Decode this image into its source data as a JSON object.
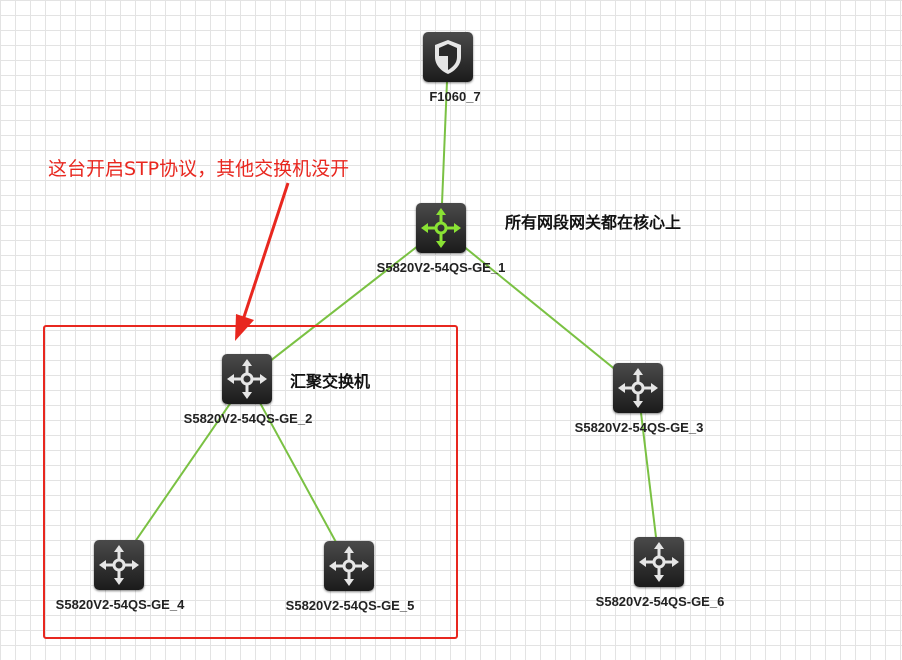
{
  "nodes": [
    {
      "id": "f1060",
      "label": "F1060_7",
      "type": "firewall",
      "active": false
    },
    {
      "id": "core",
      "label": "S5820V2-54QS-GE_1",
      "type": "switch",
      "active": true
    },
    {
      "id": "agg",
      "label": "S5820V2-54QS-GE_2",
      "type": "switch",
      "active": false
    },
    {
      "id": "sw3",
      "label": "S5820V2-54QS-GE_3",
      "type": "switch",
      "active": false
    },
    {
      "id": "sw4",
      "label": "S5820V2-54QS-GE_4",
      "type": "switch",
      "active": false
    },
    {
      "id": "sw5",
      "label": "S5820V2-54QS-GE_5",
      "type": "switch",
      "active": false
    },
    {
      "id": "sw6",
      "label": "S5820V2-54QS-GE_6",
      "type": "switch",
      "active": false
    }
  ],
  "links": [
    [
      "f1060",
      "core"
    ],
    [
      "core",
      "agg"
    ],
    [
      "core",
      "sw3"
    ],
    [
      "agg",
      "sw4"
    ],
    [
      "agg",
      "sw5"
    ],
    [
      "sw3",
      "sw6"
    ]
  ],
  "annotations": {
    "core_note": "所有网段网关都在核心上",
    "agg_note": "汇聚交换机",
    "stp_note": "这台开启STP协议，其他交换机没开"
  },
  "colors": {
    "link": "#7ac143",
    "active_icon": "#8ae234",
    "icon": "#e6e6e6",
    "highlight": "#e8271f"
  }
}
